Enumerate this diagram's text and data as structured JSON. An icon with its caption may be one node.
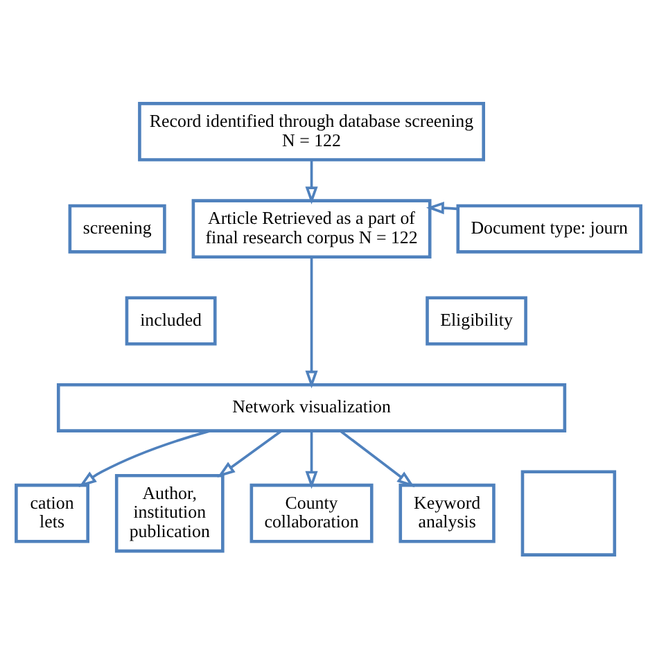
{
  "diagram": {
    "nodes": [
      {
        "text": [
          "Record identified through database screening N = 122"
        ]
      },
      {
        "text": [
          "screening"
        ]
      },
      {
        "text": [
          "Article Retrieved as a part of final research corpus N = 122"
        ]
      },
      {
        "text": [
          "Document type: journ"
        ]
      },
      {
        "text": [
          "included"
        ]
      },
      {
        "text": [
          "Eligibility"
        ]
      },
      {
        "text": [
          "Network visualization"
        ]
      },
      {
        "text": [
          "cation lets"
        ]
      },
      {
        "text": [
          "Author, institution publication"
        ]
      },
      {
        "text": [
          "County collaboration"
        ]
      },
      {
        "text": [
          "Keyword analysis"
        ]
      },
      {
        "text": [],
        "shape": "box"
      }
    ],
    "edges": [
      {
        "from": 0,
        "to": 2,
        "arrow": "to"
      },
      {
        "from": 3,
        "to": 2,
        "arrow": "to"
      },
      {
        "from": 2,
        "to": 6,
        "arrow": "to"
      },
      {
        "from": 6,
        "to": 7,
        "arrow": "to"
      },
      {
        "from": 6,
        "to": 8,
        "arrow": "to"
      },
      {
        "from": 6,
        "to": 9,
        "arrow": "to"
      },
      {
        "from": 6,
        "to": 10,
        "arrow": "to"
      }
    ]
  }
}
